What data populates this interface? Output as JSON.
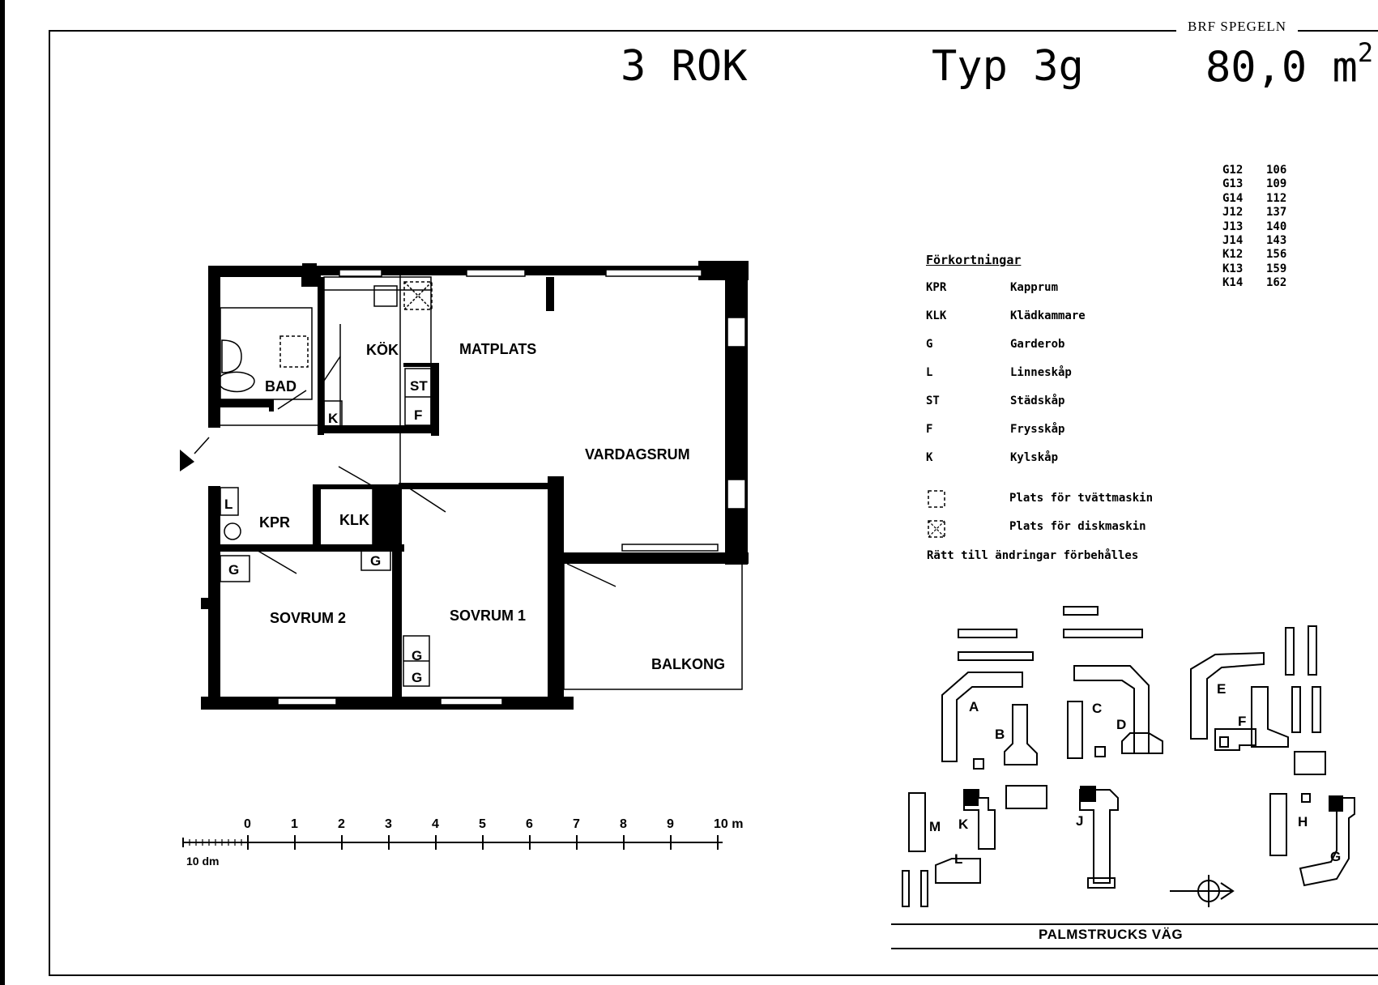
{
  "header": {
    "rooms": "3 ROK",
    "type": "Typ 3g",
    "area": "80,0 m",
    "area_sup": "2",
    "brand": "BRF SPEGELN"
  },
  "apartments": [
    {
      "code": "G12",
      "num": "106"
    },
    {
      "code": "G13",
      "num": "109"
    },
    {
      "code": "G14",
      "num": "112"
    },
    {
      "code": "J12",
      "num": "137"
    },
    {
      "code": "J13",
      "num": "140"
    },
    {
      "code": "J14",
      "num": "143"
    },
    {
      "code": "K12",
      "num": "156"
    },
    {
      "code": "K13",
      "num": "159"
    },
    {
      "code": "K14",
      "num": "162"
    }
  ],
  "abbreviations": {
    "title": "Förkortningar",
    "items": [
      {
        "abbr": "KPR",
        "text": "Kapprum"
      },
      {
        "abbr": "KLK",
        "text": "Klädkammare"
      },
      {
        "abbr": "G",
        "text": "Garderob"
      },
      {
        "abbr": "L",
        "text": "Linneskåp"
      },
      {
        "abbr": "ST",
        "text": "Städskåp"
      },
      {
        "abbr": "F",
        "text": "Frysskåp"
      },
      {
        "abbr": "K",
        "text": "Kylskåp"
      }
    ],
    "washer": "Plats för tvättmaskin",
    "dishwasher": "Plats för diskmaskin",
    "note": "Rätt till ändringar förbehålles"
  },
  "rooms": {
    "bad": "BAD",
    "kok": "KÖK",
    "matplats": "MATPLATS",
    "vardagsrum": "VARDAGSRUM",
    "kpr": "KPR",
    "klk": "KLK",
    "sovrum1": "SOVRUM 1",
    "sovrum2": "SOVRUM 2",
    "balkong": "BALKONG"
  },
  "fixtures": {
    "st": "ST",
    "f": "F",
    "k": "K",
    "l": "L",
    "g": "G",
    "one": "1"
  },
  "scale": {
    "ticks": [
      "0",
      "1",
      "2",
      "3",
      "4",
      "5",
      "6",
      "7",
      "8",
      "9",
      "10 m"
    ],
    "sub": "10 dm"
  },
  "site": {
    "buildings": [
      "A",
      "B",
      "C",
      "D",
      "E",
      "F",
      "G",
      "H",
      "J",
      "K",
      "L",
      "M"
    ],
    "road": "PALMSTRUCKS VÄG"
  }
}
